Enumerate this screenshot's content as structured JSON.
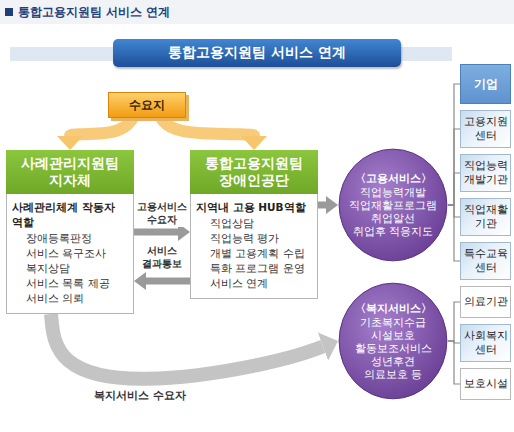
{
  "diagram": {
    "title": "통합고용지원팀 서비스 연계",
    "nodes": [
      {
        "text": [
          "통합고용지원팀 서비스 연계"
        ]
      },
      {
        "text": [
          "수요지"
        ]
      },
      {
        "text": [
          "사례관리지원팀 지자체",
          "사례관리체계 작동자 역할",
          "장애등록판정",
          "서비스 욕구조사",
          "복지상담",
          "서비스 목록 제공",
          "서비스 의뢰"
        ]
      },
      {
        "text": [
          "통합고용지원팀 장애인공단",
          "지역내 고용 HUB역할",
          "직업상담",
          "직업능력 평가",
          "개별 고용계획 수립",
          "특화 프로그램 운영",
          "서비스 연계"
        ]
      },
      {
        "text": [
          "〈고용서비스〉",
          "직업능력개발",
          "직업재활프로그램",
          "취업알선",
          "취업후 적응지도"
        ]
      },
      {
        "text": [
          "〈복지서비스〉",
          "기초복지수급",
          "시설보호",
          "활동보조서비스",
          "성년후견",
          "의료보호 등"
        ]
      },
      {
        "text": [
          "기업"
        ]
      },
      {
        "text": [
          "고용지원 센터"
        ]
      },
      {
        "text": [
          "직업능력 개발기관"
        ]
      },
      {
        "text": [
          "직업재활 기관"
        ]
      },
      {
        "text": [
          "특수교육 센터"
        ]
      },
      {
        "text": [
          "의료기관"
        ]
      },
      {
        "text": [
          "사회복지 센터"
        ]
      },
      {
        "text": [
          "보호시설"
        ]
      }
    ],
    "edges": [
      {
        "from": 1,
        "to": 2,
        "arrow": "to"
      },
      {
        "from": 1,
        "to": 3,
        "arrow": "to"
      },
      {
        "from": 2,
        "to": 3,
        "label": "고용서비스 수요자",
        "arrow": "to"
      },
      {
        "from": 3,
        "to": 2,
        "label": "서비스 결과통보",
        "arrow": "to"
      },
      {
        "from": 3,
        "to": 4,
        "arrow": "to"
      },
      {
        "from": 2,
        "to": 5,
        "label": "복지서비스 수요자",
        "arrow": "to"
      },
      {
        "from": 4,
        "to": 6,
        "arrow": "none"
      },
      {
        "from": 4,
        "to": 7,
        "arrow": "none"
      },
      {
        "from": 4,
        "to": 8,
        "arrow": "none"
      },
      {
        "from": 4,
        "to": 9,
        "arrow": "none"
      },
      {
        "from": 4,
        "to": 10,
        "arrow": "none"
      },
      {
        "from": 5,
        "to": 11,
        "arrow": "none"
      },
      {
        "from": 5,
        "to": 12,
        "arrow": "none"
      },
      {
        "from": 5,
        "to": 13,
        "arrow": "none"
      }
    ]
  }
}
